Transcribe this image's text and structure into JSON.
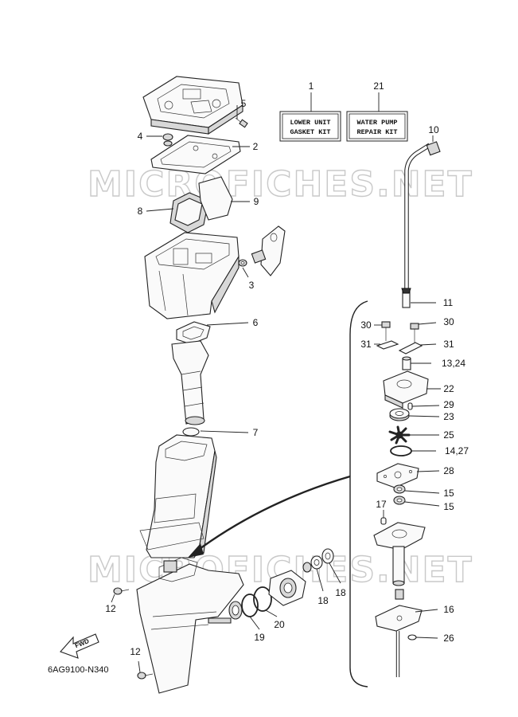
{
  "diagram": {
    "code": "6AG9100-N340",
    "watermark": "MICROFICHES.NET",
    "fwd_label": "FWD",
    "kits": [
      {
        "number": "1",
        "line1": "LOWER UNIT",
        "line2": "GASKET KIT"
      },
      {
        "number": "21",
        "line1": "WATER PUMP",
        "line2": "REPAIR KIT"
      }
    ],
    "callouts": {
      "c2": "2",
      "c3": "3",
      "c4": "4",
      "c5": "5",
      "c6": "6",
      "c7": "7",
      "c8": "8",
      "c9": "9",
      "c10": "10",
      "c11": "11",
      "c12a": "12",
      "c12b": "12",
      "c13_24": "13,24",
      "c14_27": "14,27",
      "c15a": "15",
      "c15b": "15",
      "c16": "16",
      "c17": "17",
      "c18a": "18",
      "c18b": "18",
      "c19": "19",
      "c20": "20",
      "c22": "22",
      "c23": "23",
      "c25": "25",
      "c26": "26",
      "c28": "28",
      "c29": "29",
      "c30a": "30",
      "c30b": "30",
      "c31a": "31",
      "c31b": "31"
    }
  }
}
